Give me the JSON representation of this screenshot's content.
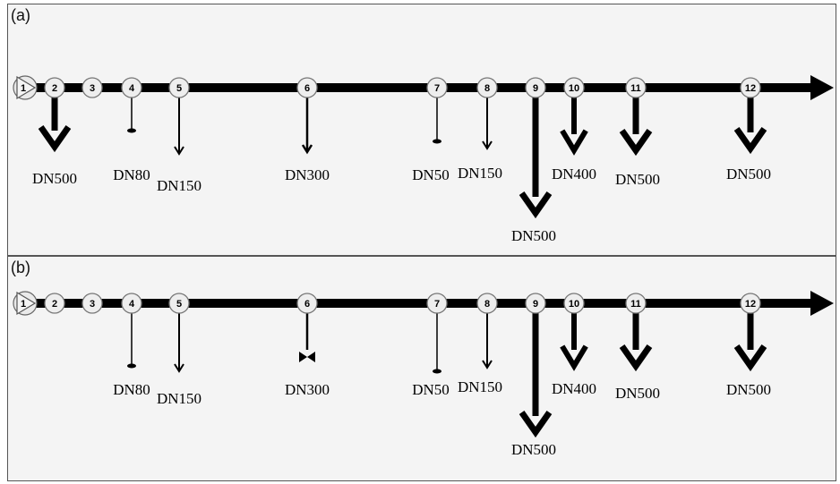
{
  "panels": [
    {
      "label": "(a)",
      "nodes": [
        "1",
        "2",
        "3",
        "4",
        "5",
        "6",
        "7",
        "8",
        "9",
        "10",
        "11",
        "12"
      ],
      "branches": [
        {
          "node": "2",
          "label": "DN500",
          "end": "arrow"
        },
        {
          "node": "4",
          "label": "DN80",
          "end": "cap"
        },
        {
          "node": "5",
          "label": "DN150",
          "end": "arrow"
        },
        {
          "node": "6",
          "label": "DN300",
          "end": "arrow"
        },
        {
          "node": "7",
          "label": "DN50",
          "end": "cap"
        },
        {
          "node": "8",
          "label": "DN150",
          "end": "arrow"
        },
        {
          "node": "9",
          "label": "DN500",
          "end": "arrow"
        },
        {
          "node": "10",
          "label": "DN400",
          "end": "arrow"
        },
        {
          "node": "11",
          "label": "DN500",
          "end": "arrow"
        },
        {
          "node": "12",
          "label": "DN500",
          "end": "arrow"
        }
      ]
    },
    {
      "label": "(b)",
      "nodes": [
        "1",
        "2",
        "3",
        "4",
        "5",
        "6",
        "7",
        "8",
        "9",
        "10",
        "11",
        "12"
      ],
      "branches": [
        {
          "node": "4",
          "label": "DN80",
          "end": "cap"
        },
        {
          "node": "5",
          "label": "DN150",
          "end": "arrow"
        },
        {
          "node": "6",
          "label": "DN300",
          "end": "valve"
        },
        {
          "node": "7",
          "label": "DN50",
          "end": "cap"
        },
        {
          "node": "8",
          "label": "DN150",
          "end": "arrow"
        },
        {
          "node": "9",
          "label": "DN500",
          "end": "arrow"
        },
        {
          "node": "10",
          "label": "DN400",
          "end": "arrow"
        },
        {
          "node": "11",
          "label": "DN500",
          "end": "arrow"
        },
        {
          "node": "12",
          "label": "DN500",
          "end": "arrow"
        }
      ]
    }
  ]
}
